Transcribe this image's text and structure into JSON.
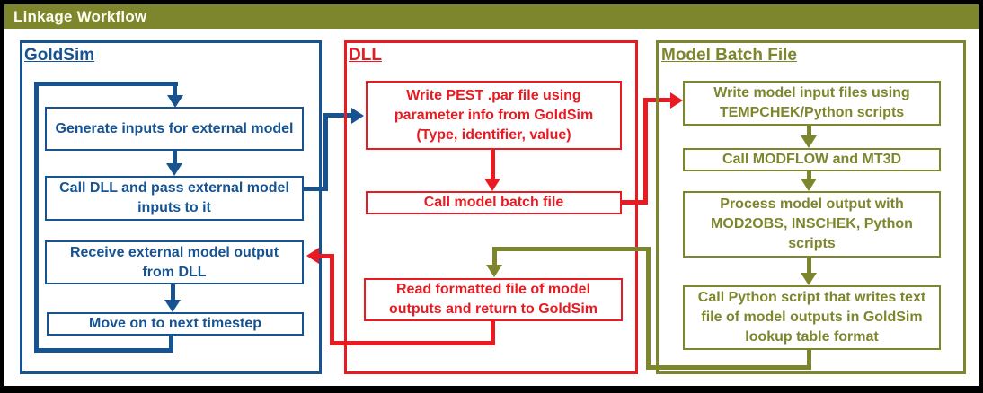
{
  "window": {
    "title": "Linkage Workflow"
  },
  "colors": {
    "olive": "#7d862c",
    "blue": "#175391",
    "red": "#e81b22",
    "frame": "#000000",
    "paper": "#ffffff"
  },
  "panels": {
    "goldsim": {
      "title": "GoldSim",
      "boxes": {
        "generate_inputs": "Generate inputs for external model",
        "call_dll": "Call DLL and pass external model inputs to it",
        "receive_output": "Receive external model output from DLL",
        "next_timestep": "Move on to next timestep"
      }
    },
    "dll": {
      "title": "DLL",
      "boxes": {
        "write_pest": "Write PEST .par file using parameter info from GoldSim (Type, identifier, value)",
        "call_batch": "Call model batch file",
        "read_outputs": "Read formatted file of model outputs and return to GoldSim"
      }
    },
    "model_batch_file": {
      "title": "Model Batch File",
      "boxes": {
        "write_inputs": "Write model input files using TEMPCHEK/Python scripts",
        "call_modflow": "Call MODFLOW and MT3D",
        "process_output": "Process model output with MOD2OBS, INSCHEK, Python scripts",
        "call_python": "Call Python script that writes text file of model outputs in GoldSim lookup table format"
      }
    }
  }
}
